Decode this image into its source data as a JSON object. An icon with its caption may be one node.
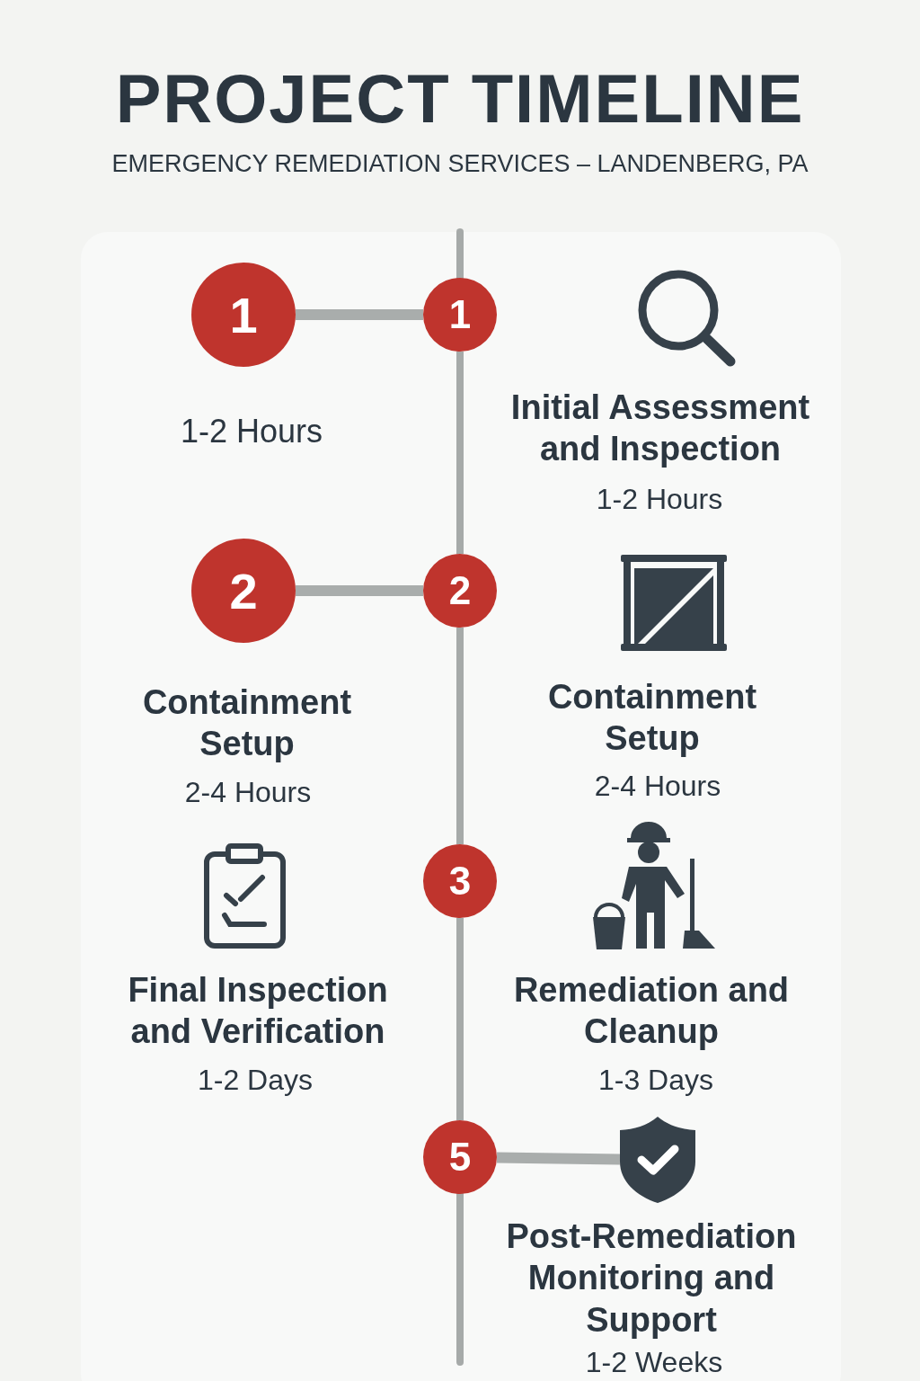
{
  "diagram": {
    "title": "PROJECT TIMELINE",
    "nodes": [
      {
        "text": [
          "1"
        ],
        "beside": [
          "1-2 Hours"
        ]
      },
      {
        "text": [
          "1"
        ]
      },
      {
        "text": [
          "2"
        ],
        "beside": [
          "Containment Setup",
          "2-4 Hours"
        ]
      },
      {
        "text": [
          "2"
        ]
      },
      {
        "text": [
          "3"
        ]
      },
      {
        "text": [
          "5"
        ]
      },
      {
        "text": [],
        "shape": "picture",
        "beside": [
          "Post-Remediation Monitoring and Support",
          "1-2 Weeks"
        ]
      }
    ],
    "edges": [
      {
        "from": 0,
        "to": 1,
        "arrow": "none"
      },
      {
        "from": 2,
        "to": 3,
        "arrow": "none"
      },
      {
        "from": 5,
        "to": 6,
        "arrow": "none"
      },
      {
        "from": null,
        "to": 1,
        "arrow": "none"
      },
      {
        "from": 1,
        "to": 3,
        "arrow": "none"
      },
      {
        "from": 3,
        "to": 4,
        "arrow": "none"
      },
      {
        "from": 4,
        "to": 5,
        "arrow": "none"
      },
      {
        "from": 5,
        "to": null,
        "arrow": "none"
      }
    ],
    "labels": [
      "EMERGENCY REMEDIATION SERVICES – LANDENBERG, PA",
      "Initial Assessment and Inspection",
      "1-2 Hours",
      "Containment Setup",
      "2-4 Hours",
      "Final Inspection and Verification",
      "1-2 Days",
      "Remediation and Cleanup",
      "1-3 Days"
    ]
  }
}
